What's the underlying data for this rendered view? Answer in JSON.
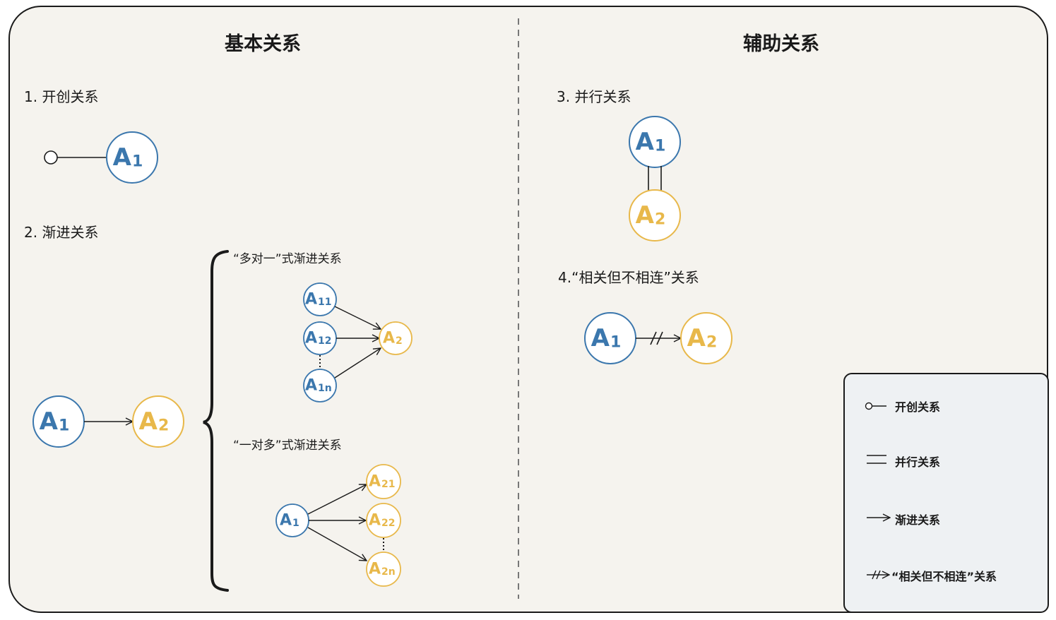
{
  "left_title": "基本关系",
  "right_title": "辅助关系",
  "sections": {
    "s1": "1. 开创关系",
    "s2": "2. 渐进关系",
    "s3": "3. 并行关系",
    "s4": "4.“相关但不相连”关系"
  },
  "sub": {
    "many_to_one": "“多对一”式渐进关系",
    "one_to_many": "“一对多”式渐进关系"
  },
  "nodes": {
    "A1": "A",
    "A1_sub": "1",
    "A2": "A",
    "A2_sub": "2",
    "A11_sub": "11",
    "A12_sub": "12",
    "A1n_sub": "1n",
    "A21_sub": "21",
    "A22_sub": "22",
    "A2n_sub": "2n"
  },
  "legend": {
    "start": "开创关系",
    "parallel": "并行关系",
    "progressive": "渐进关系",
    "unconnected": "“相关但不相连”关系"
  },
  "colors": {
    "blue": "#3b77ad",
    "yellow": "#e8b84a",
    "line": "#1a1a1a"
  }
}
